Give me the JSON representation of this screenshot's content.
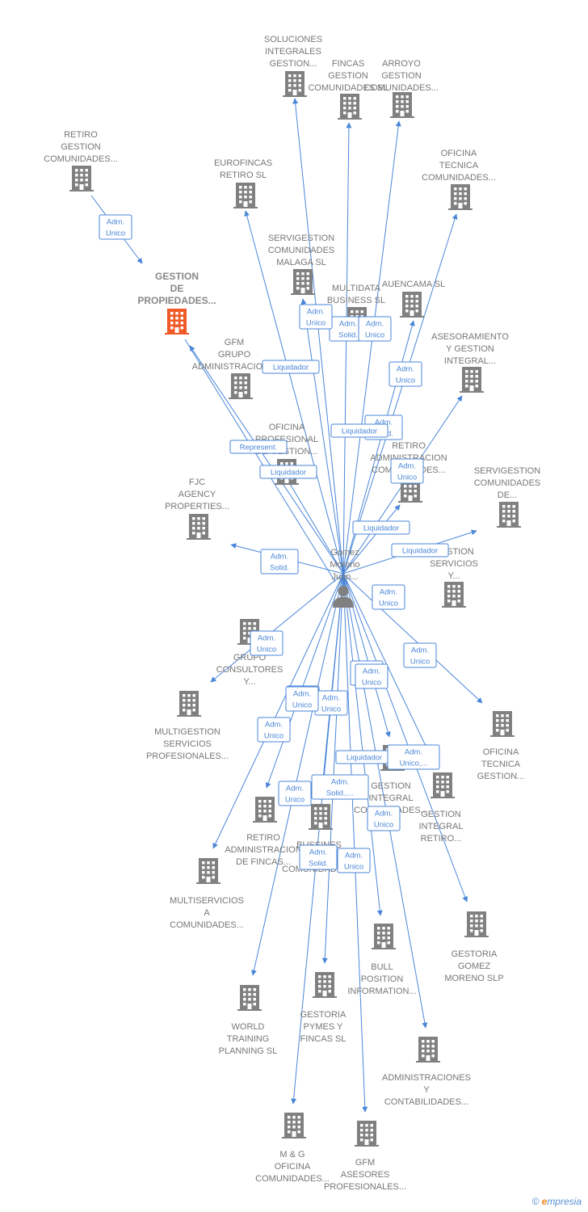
{
  "colors": {
    "edge": "#4a86d8",
    "building": "#808080",
    "main_building": "#f05a28",
    "person": "#808080"
  },
  "center": {
    "label": [
      "Gomez",
      "Moreno",
      "Juan..."
    ],
    "icon": "person-icon"
  },
  "main_company": {
    "label": [
      "GESTION",
      "DE",
      "PROPIEDADES..."
    ],
    "icon": "building-icon"
  },
  "source": {
    "label": [
      "RETIRO",
      "GESTION",
      "COMUNIDADES..."
    ],
    "icon": "building-icon",
    "role": [
      "Adm.",
      "Unico"
    ]
  },
  "companies": [
    {
      "label": [
        "SOLUCIONES",
        "INTEGRALES",
        "GESTION..."
      ],
      "role": []
    },
    {
      "label": [
        "FINCAS",
        "GESTION",
        "COMUNIDADES SL"
      ],
      "role": [
        "Adm.",
        "Solid."
      ]
    },
    {
      "label": [
        "ARROYO",
        "GESTION",
        "COMUNIDADES..."
      ],
      "role": [
        "Adm.",
        "Unico"
      ]
    },
    {
      "label": [
        "EUROFINCAS",
        "RETIRO SL"
      ],
      "role": [
        "Liquidador"
      ]
    },
    {
      "label": [
        "OFICINA",
        "TECNICA",
        "COMUNIDADES..."
      ],
      "role": [
        "Adm.",
        "Solid."
      ]
    },
    {
      "label": [
        "SERVIGESTION",
        "COMUNIDADES",
        "MALAGA SL"
      ],
      "role": [
        "Adm.",
        "Unico"
      ]
    },
    {
      "label": [
        "MULTIDATA",
        "BUSINESS SL"
      ],
      "role": [
        "Liquidador"
      ]
    },
    {
      "label": [
        "AUENCAMA SL"
      ],
      "role": [
        "Adm.",
        "Unico"
      ]
    },
    {
      "label": [
        "GFM",
        "GRUPO",
        "ADMINISTRACION..."
      ],
      "role": [
        "Represent."
      ]
    },
    {
      "label": [
        "ASESORAMIENTO",
        "Y GESTION",
        "INTEGRAL..."
      ],
      "role": [
        "Adm.",
        "Unico"
      ]
    },
    {
      "label": [
        "OFICINA",
        "PROFESIONAL",
        "DE GESTION..."
      ],
      "role": [
        "Liquidador"
      ]
    },
    {
      "label": [
        "RETIRO",
        "ADMINISTRACION",
        "COMUNIDADES..."
      ],
      "role": [
        "Liquidador"
      ]
    },
    {
      "label": [
        "FJC",
        "AGENCY",
        "PROPERTIES..."
      ],
      "role": [
        "Adm.",
        "Solid."
      ]
    },
    {
      "label": [
        "SERVIGESTION",
        "COMUNIDADES",
        "DE..."
      ],
      "role": [
        "Liquidador"
      ]
    },
    {
      "label": [
        "GESTION",
        "SERVICIOS",
        "Y..."
      ],
      "role": [
        "Adm.",
        "Unico"
      ]
    },
    {
      "label": [
        "GRUPO",
        "CONSULTORES",
        "Y..."
      ],
      "role": [
        "Adm.",
        "Unico"
      ]
    },
    {
      "label": [
        "MULTIGESTION",
        "SERVICIOS",
        "PROFESIONALES..."
      ],
      "role": [
        "Adm.",
        "Unico"
      ]
    },
    {
      "label": [
        "OFICINA",
        "TECNICA",
        "GESTION..."
      ],
      "role": [
        "Adm.",
        "Unico"
      ]
    },
    {
      "label": [
        "GESTION",
        "INTEGRAL",
        "COMUNIDADES..."
      ],
      "role": [
        "Liquidador"
      ]
    },
    {
      "label": [
        "GESTION",
        "INTEGRAL",
        "RETIRO..."
      ],
      "role": [
        "Adm.",
        "Unico,..."
      ]
    },
    {
      "label": [
        "RETIRO",
        "ADMINISTRACION",
        "DE FINCAS..."
      ],
      "role": [
        "Adm.",
        "Unico"
      ]
    },
    {
      "label": [
        "BUSSINES",
        "FINCAS",
        "COMUNIDADES..."
      ],
      "role": [
        "Adm.",
        "Solid.,..."
      ]
    },
    {
      "label": [
        "MULTISERVICIOS",
        "A",
        "COMUNIDADES..."
      ],
      "role": [
        "Adm.",
        "Unico"
      ]
    },
    {
      "label": [
        "GESTORIA",
        "GOMEZ",
        "MORENO SLP"
      ],
      "role": [
        "Adm.",
        "Unico"
      ]
    },
    {
      "label": [
        "BULL",
        "POSITION",
        "INFORMATION..."
      ],
      "role": [
        "Adm.",
        "Unico"
      ]
    },
    {
      "label": [
        "WORLD",
        "TRAINING",
        "PLANNING SL"
      ],
      "role": [
        "Adm.",
        "Unico"
      ]
    },
    {
      "label": [
        "GESTORIA",
        "PYMES Y",
        "FINCAS SL"
      ],
      "role": [
        "Adm.",
        "Solid."
      ]
    },
    {
      "label": [
        "ADMINISTRACIONES",
        "Y",
        "CONTABILIDADES..."
      ],
      "role": [
        "Adm.",
        "Unico"
      ]
    },
    {
      "label": [
        "M & G",
        "OFICINA",
        "COMUNIDADES..."
      ],
      "role": [
        "Adm.",
        "Unico"
      ]
    },
    {
      "label": [
        "GFM",
        "ASESORES",
        "PROFESIONALES..."
      ],
      "role": [
        "Adm.",
        "Unico"
      ]
    }
  ],
  "footer": {
    "copyright": "©",
    "brand_initial": "e",
    "brand_rest": "mpresia"
  }
}
